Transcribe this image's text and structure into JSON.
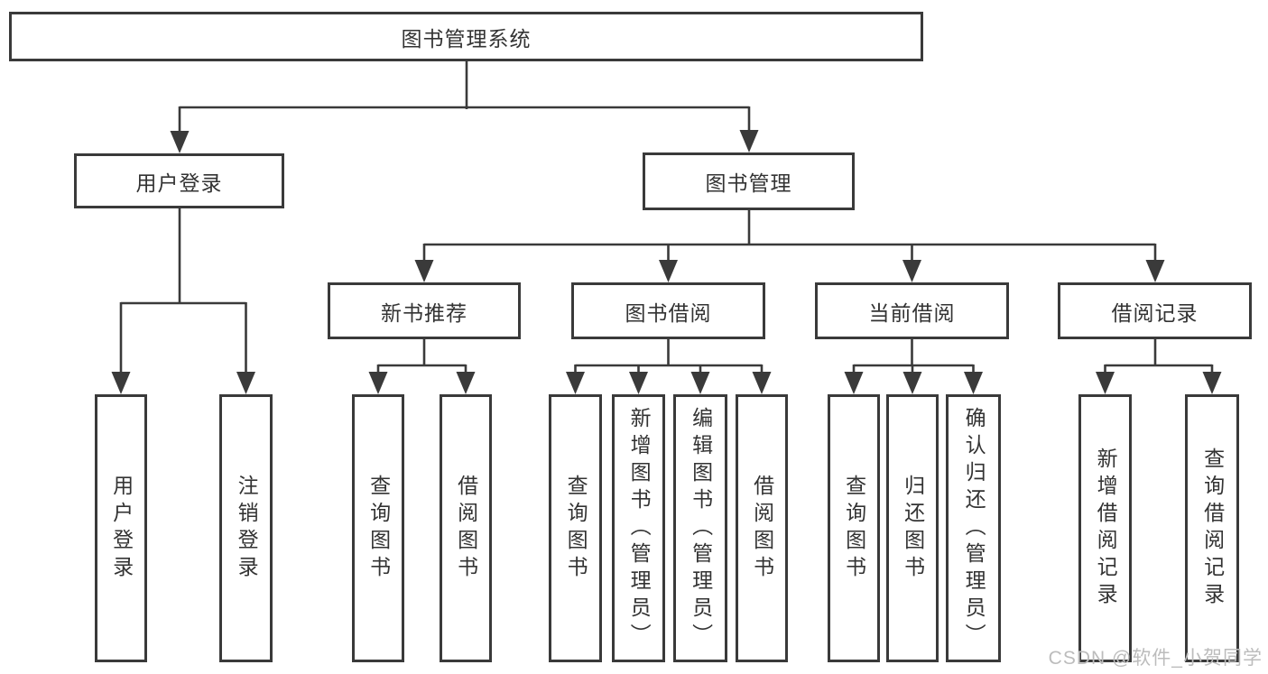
{
  "diagram": {
    "root": {
      "label": "图书管理系统"
    },
    "branches": [
      {
        "label": "用户登录",
        "children": [
          {
            "label": "用户登录"
          },
          {
            "label": "注销登录"
          }
        ]
      },
      {
        "label": "图书管理",
        "children": [
          {
            "label": "新书推荐",
            "children": [
              {
                "label": "查询图书"
              },
              {
                "label": "借阅图书"
              }
            ]
          },
          {
            "label": "图书借阅",
            "children": [
              {
                "label": "查询图书"
              },
              {
                "label": "新增图书（管理员）"
              },
              {
                "label": "编辑图书（管理员）"
              },
              {
                "label": "借阅图书"
              }
            ]
          },
          {
            "label": "当前借阅",
            "children": [
              {
                "label": "查询图书"
              },
              {
                "label": "归还图书"
              },
              {
                "label": "确认归还（管理员）"
              }
            ]
          },
          {
            "label": "借阅记录",
            "children": [
              {
                "label": "新增借阅记录"
              },
              {
                "label": "查询借阅记录"
              }
            ]
          }
        ]
      }
    ],
    "watermark": "CSDN @软件_小贺同学",
    "colors": {
      "line": "#3a3a3a",
      "text": "#333333",
      "box_background": "#ffffff",
      "watermark": "#bcbcbc",
      "page_background": "#ffffff"
    }
  }
}
